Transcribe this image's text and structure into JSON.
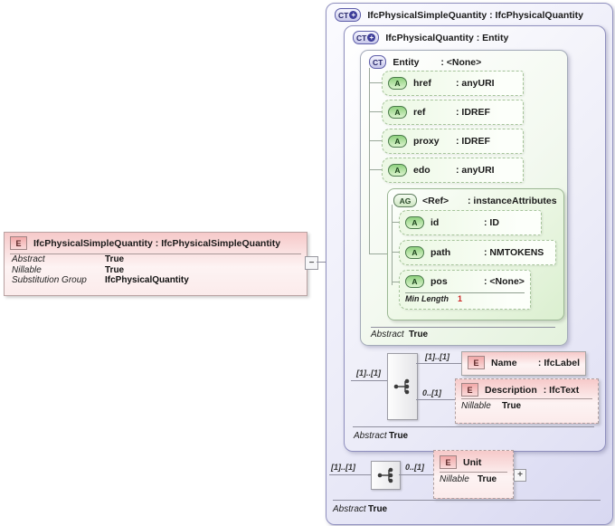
{
  "glyphs": {
    "plus": "+",
    "minus": "−"
  },
  "left_element": {
    "badge": "E",
    "title": "IfcPhysicalSimpleQuantity : IfcPhysicalSimpleQuantity",
    "rows": [
      {
        "label": "Abstract",
        "value": "True"
      },
      {
        "label": "Nillable",
        "value": "True"
      },
      {
        "label": "Substitution Group",
        "value": "IfcPhysicalQuantity"
      }
    ]
  },
  "outer_type": {
    "badge": "CT",
    "title": "IfcPhysicalSimpleQuantity : IfcPhysicalQuantity",
    "footer_label": "Abstract",
    "footer_value": "True"
  },
  "base_type": {
    "badge": "CT",
    "title": "IfcPhysicalQuantity : Entity",
    "footer_label": "Abstract",
    "footer_value": "True"
  },
  "entity_type": {
    "badge": "CT",
    "name": "Entity",
    "type": ": <None>",
    "footer_label": "Abstract",
    "footer_value": "True",
    "attributes": [
      {
        "badge": "A",
        "name": "href",
        "type": ": anyURI"
      },
      {
        "badge": "A",
        "name": "ref",
        "type": ": IDREF"
      },
      {
        "badge": "A",
        "name": "proxy",
        "type": ": IDREF"
      },
      {
        "badge": "A",
        "name": "edo",
        "type": ": anyURI"
      }
    ],
    "group": {
      "badge": "AG",
      "name": "<Ref>",
      "type": ": instanceAttributes",
      "attributes": [
        {
          "badge": "A",
          "name": "id",
          "type": ": ID"
        },
        {
          "badge": "A",
          "name": "path",
          "type": ": NMTOKENS"
        },
        {
          "badge": "A",
          "name": "pos",
          "type": ": <None>"
        }
      ],
      "facet": {
        "label": "Min Length",
        "value": "1"
      }
    }
  },
  "sequence_mid": {
    "cardinality": "[1]..[1]"
  },
  "name_element": {
    "badge": "E",
    "cardinality": "[1]..[1]",
    "name": "Name",
    "type": ": IfcLabel"
  },
  "description_element": {
    "badge": "E",
    "cardinality": "0..[1]",
    "name": "Description",
    "type": ": IfcText",
    "prop_label": "Nillable",
    "prop_value": "True"
  },
  "sequence_bottom": {
    "cardinality": "[1]..[1]"
  },
  "unit_element": {
    "badge": "E",
    "cardinality": "0..[1]",
    "name": "Unit",
    "prop_label": "Nillable",
    "prop_value": "True"
  }
}
